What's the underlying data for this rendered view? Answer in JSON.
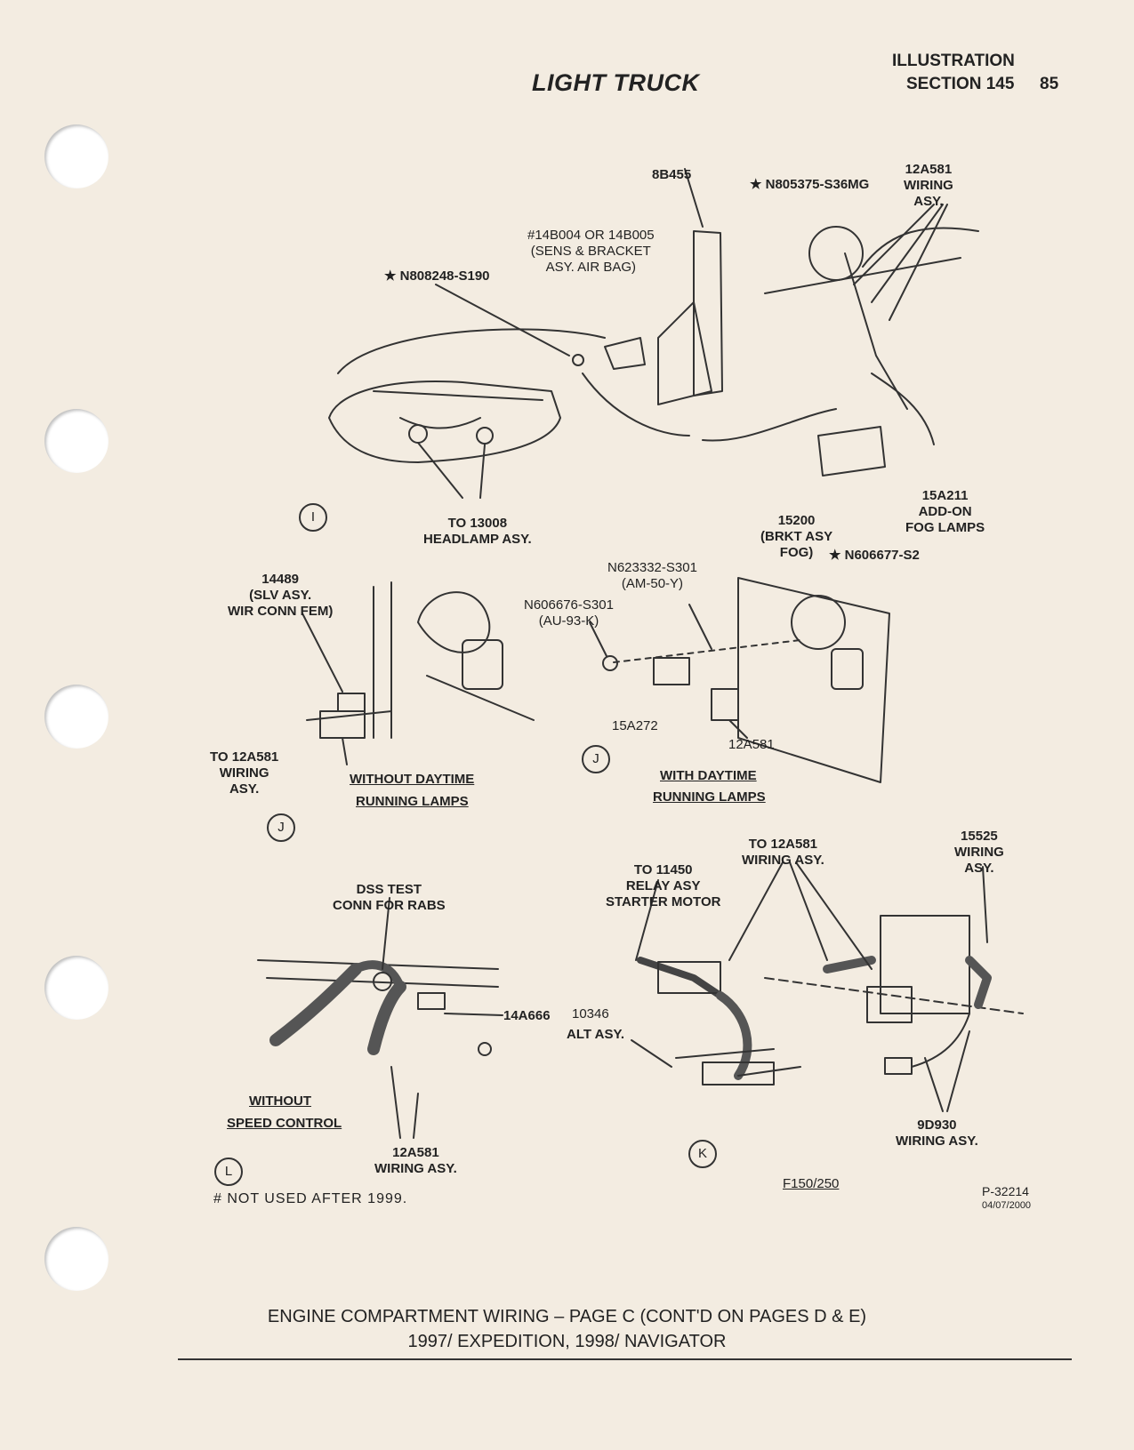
{
  "header": {
    "title": "LIGHT TRUCK",
    "illustration": "ILLUSTRATION",
    "section": "SECTION 145",
    "page_number": "85"
  },
  "views": {
    "i": "I",
    "j_left": "J",
    "j_right": "J",
    "k": "K",
    "l": "L"
  },
  "labels": {
    "p8b455": "8B455",
    "n805375": "★ N805375-S36MG",
    "wiring_12a581_top": "12A581\nWIRING\nASY.",
    "sensor_bracket": "#14B004 OR 14B005\n(SENS & BRACKET\nASY. AIR BAG)",
    "n808248": "★ N808248-S190",
    "headlamp": "TO 13008\nHEADLAMP ASY.",
    "fog_add_on": "15A211\nADD-ON\nFOG LAMPS",
    "bracket_fog": "15200\n(BRKT ASY\nFOG)",
    "n606677": "★ N606677-S2",
    "sleeve_asy": "14489\n(SLV ASY.\nWIR CONN FEM)",
    "n623332": "N623332-S301\n(AM-50-Y)",
    "n606676": "N606676-S301\n(AU-93-K)",
    "p15a272": "15A272",
    "p12a581_mid": "12A581",
    "to_12a581_left": "TO 12A581\nWIRING\nASY.",
    "without_drl_1": "WITHOUT DAYTIME",
    "without_drl_2": "RUNNING LAMPS",
    "with_drl_1": "WITH DAYTIME",
    "with_drl_2": "RUNNING LAMPS",
    "to_12a581_k": "TO 12A581\nWIRING ASY.",
    "wiring_15525": "15525\nWIRING\nASY.",
    "relay_starter": "TO 11450\nRELAY ASY\nSTARTER MOTOR",
    "dss_test": "DSS TEST\nCONN FOR RABS",
    "p14a666": "14A666",
    "alt_num": "10346",
    "alt_asy": "ALT ASY.",
    "without_speed_1": "WITHOUT",
    "without_speed_2": "SPEED CONTROL",
    "wiring_12a581_l": "12A581\nWIRING ASY.",
    "wiring_9d930": "9D930\nWIRING ASY."
  },
  "footer": {
    "note": "#  NOT USED AFTER 1999.",
    "model": "F150/250",
    "part_number": "P-32214",
    "date": "04/07/2000",
    "caption_line1": "ENGINE COMPARTMENT WIRING – PAGE C (CONT'D ON PAGES D & E)",
    "caption_line2": "1997/ EXPEDITION, 1998/ NAVIGATOR"
  }
}
